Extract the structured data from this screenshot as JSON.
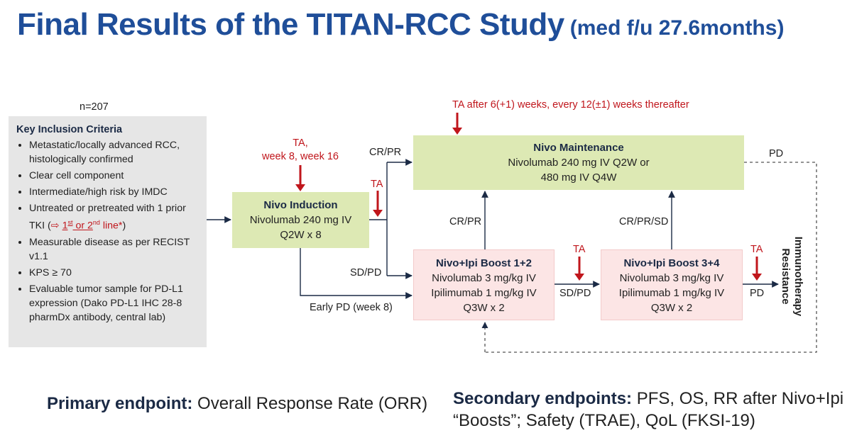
{
  "title": {
    "main": "Final Results of the TITAN-RCC Study",
    "sub": "(med f/u 27.6months)"
  },
  "n_label": "n=207",
  "criteria": {
    "heading": "Key Inclusion Criteria",
    "items": {
      "i0": "Metastatic/locally advanced RCC, histologically confirmed",
      "i1": "Clear cell component",
      "i2": "Intermediate/high risk by IMDC",
      "i3a": "Untreated or pretreated with 1 prior TKI (",
      "i3arrow": "⇨ ",
      "i3first": "1",
      "i3st": "st",
      "i3or": " or ",
      "i3second": "2",
      "i3nd": "nd",
      "i3line": " line*",
      "i3close": ")",
      "i4": "Measurable disease as per RECIST v1.1",
      "i5": "KPS ≥ 70",
      "i6": "Evaluable tumor sample for PD-L1 expression (Dako PD-L1 IHC 28-8 pharmDx antibody, central lab)"
    }
  },
  "ta": {
    "induction_line1": "TA,",
    "induction_line2": "week 8, week 16",
    "post_induction": "TA",
    "maintenance": "TA after 6(+1) weeks, every 12(±1) weeks thereafter",
    "boost1": "TA",
    "boost2": "TA"
  },
  "induction": {
    "title": "Nivo Induction",
    "line1": "Nivolumab 240 mg IV",
    "line2": "Q2W x 8"
  },
  "maintenance": {
    "title": "Nivo Maintenance",
    "line1": "Nivolumab 240 mg IV Q2W or",
    "line2": "480 mg IV Q4W"
  },
  "boost1": {
    "title": "Nivo+Ipi Boost 1+2",
    "line1": "Nivolumab 3 mg/kg IV",
    "line2": "Ipilimumab 1 mg/kg IV",
    "line3": "Q3W x 2"
  },
  "boost2": {
    "title": "Nivo+Ipi Boost 3+4",
    "line1": "Nivolumab 3 mg/kg IV",
    "line2": "Ipilimumab 1 mg/kg IV",
    "line3": "Q3W x 2"
  },
  "flow_labels": {
    "cr_pr_top": "CR/PR",
    "sd_pd": "SD/PD",
    "early_pd": "Early PD (week 8)",
    "cr_pr_mid": "CR/PR",
    "cr_pr_sd": "CR/PR/SD",
    "sd_pd_mid": "SD/PD",
    "pd_right": "PD",
    "pd_top": "PD"
  },
  "resistance": {
    "line1": "Immunotherapy",
    "line2": "Resistance"
  },
  "primary": {
    "label": "Primary endpoint:",
    "text": " Overall Response Rate (ORR)"
  },
  "secondary": {
    "label": "Secondary endpoints:",
    "text1": " PFS, OS, RR after Nivo+Ipi",
    "text2": "“Boosts”; Safety (TRAE), QoL (FKSI-19)"
  },
  "colors": {
    "title_blue": "#1f4e99",
    "green_box": "#dde9b4",
    "pink_box": "#fce5e5",
    "ta_red": "#c0161c",
    "criteria_gray": "#e6e6e6",
    "line_navy": "#1b2a45"
  }
}
